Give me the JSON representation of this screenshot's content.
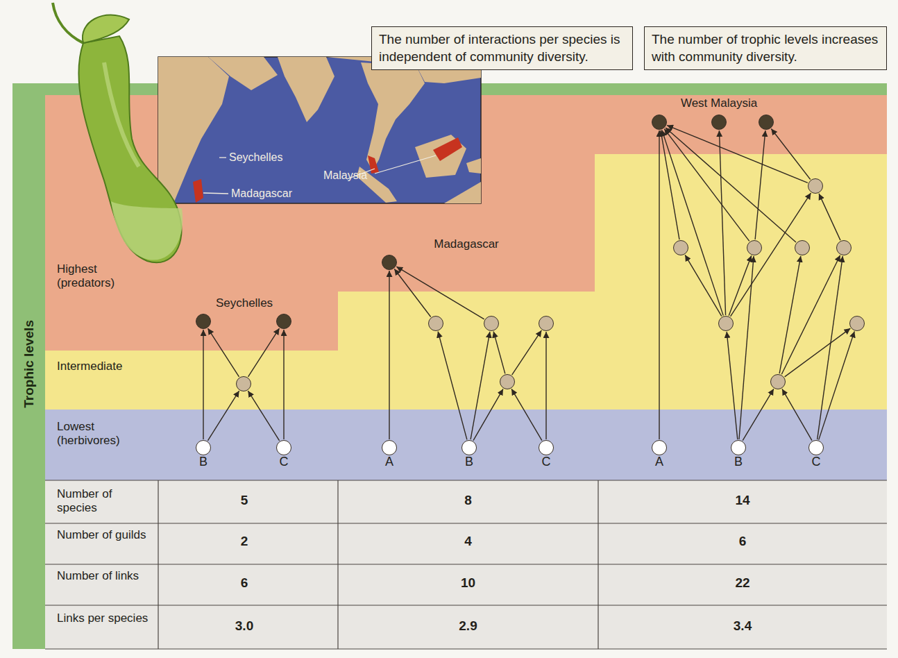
{
  "diagram": {
    "nodes": [
      {
        "text": [
          "The number of interactions per species is independent of community diversity."
        ]
      },
      {
        "text": [
          "The number of trophic levels increases with community diversity."
        ]
      },
      {
        "text": [
          "B"
        ]
      },
      {
        "text": [
          "C"
        ]
      },
      {
        "text": []
      },
      {
        "text": []
      },
      {
        "text": []
      },
      {
        "text": [
          "A"
        ]
      },
      {
        "text": [
          "B"
        ]
      },
      {
        "text": [
          "C"
        ]
      },
      {
        "text": []
      },
      {
        "text": []
      },
      {
        "text": []
      },
      {
        "text": []
      },
      {
        "text": []
      },
      {
        "text": [
          "A"
        ]
      },
      {
        "text": [
          "B"
        ]
      },
      {
        "text": [
          "C"
        ]
      },
      {
        "text": []
      },
      {
        "text": []
      },
      {
        "text": []
      },
      {
        "text": []
      },
      {
        "text": []
      },
      {
        "text": []
      },
      {
        "text": []
      },
      {
        "text": []
      },
      {
        "text": []
      },
      {
        "text": []
      },
      {
        "text": []
      }
    ],
    "edges": [
      {
        "from": 2,
        "to": 5,
        "arrow": "to"
      },
      {
        "from": 2,
        "to": 4,
        "arrow": "to"
      },
      {
        "from": 3,
        "to": 4,
        "arrow": "to"
      },
      {
        "from": 3,
        "to": 6,
        "arrow": "to"
      },
      {
        "from": 4,
        "to": 5,
        "arrow": "to"
      },
      {
        "from": 4,
        "to": 6,
        "arrow": "to"
      },
      {
        "from": 7,
        "to": 14,
        "arrow": "to"
      },
      {
        "from": 11,
        "to": 14,
        "arrow": "to"
      },
      {
        "from": 12,
        "to": 14,
        "arrow": "to"
      },
      {
        "from": 8,
        "to": 11,
        "arrow": "to"
      },
      {
        "from": 8,
        "to": 12,
        "arrow": "to"
      },
      {
        "from": 8,
        "to": 10,
        "arrow": "to"
      },
      {
        "from": 9,
        "to": 10,
        "arrow": "to"
      },
      {
        "from": 9,
        "to": 13,
        "arrow": "to"
      },
      {
        "from": 10,
        "to": 13,
        "arrow": "to"
      },
      {
        "from": 10,
        "to": 12,
        "arrow": "to"
      },
      {
        "from": 15,
        "to": 26,
        "arrow": "to"
      },
      {
        "from": 21,
        "to": 26,
        "arrow": "to"
      },
      {
        "from": 22,
        "to": 26,
        "arrow": "to"
      },
      {
        "from": 25,
        "to": 26,
        "arrow": "to"
      },
      {
        "from": 23,
        "to": 26,
        "arrow": "to"
      },
      {
        "from": 19,
        "to": 26,
        "arrow": "to"
      },
      {
        "from": 19,
        "to": 27,
        "arrow": "to"
      },
      {
        "from": 22,
        "to": 28,
        "arrow": "to"
      },
      {
        "from": 25,
        "to": 28,
        "arrow": "to"
      },
      {
        "from": 24,
        "to": 25,
        "arrow": "to"
      },
      {
        "from": 19,
        "to": 21,
        "arrow": "to"
      },
      {
        "from": 19,
        "to": 22,
        "arrow": "to"
      },
      {
        "from": 19,
        "to": 25,
        "arrow": "to"
      },
      {
        "from": 16,
        "to": 19,
        "arrow": "to"
      },
      {
        "from": 16,
        "to": 18,
        "arrow": "to"
      },
      {
        "from": 16,
        "to": 22,
        "arrow": "to"
      },
      {
        "from": 18,
        "to": 23,
        "arrow": "to"
      },
      {
        "from": 18,
        "to": 20,
        "arrow": "to"
      },
      {
        "from": 18,
        "to": 24,
        "arrow": "to"
      },
      {
        "from": 17,
        "to": 24,
        "arrow": "to"
      },
      {
        "from": 17,
        "to": 20,
        "arrow": "to"
      },
      {
        "from": 17,
        "to": 18,
        "arrow": "to"
      }
    ],
    "labels": [
      "Trophic levels",
      "Highest (predators)",
      "Intermediate",
      "Lowest (herbivores)",
      "Seychelles",
      "Malaysia",
      "Madagascar",
      "Seychelles",
      "Madagascar",
      "West Malaysia",
      "Number of species",
      "5",
      "8",
      "14",
      "Number of guilds",
      "2",
      "4",
      "6",
      "Number of links",
      "6",
      "10",
      "22",
      "Links per species",
      "3.0",
      "2.9",
      "3.4"
    ]
  }
}
